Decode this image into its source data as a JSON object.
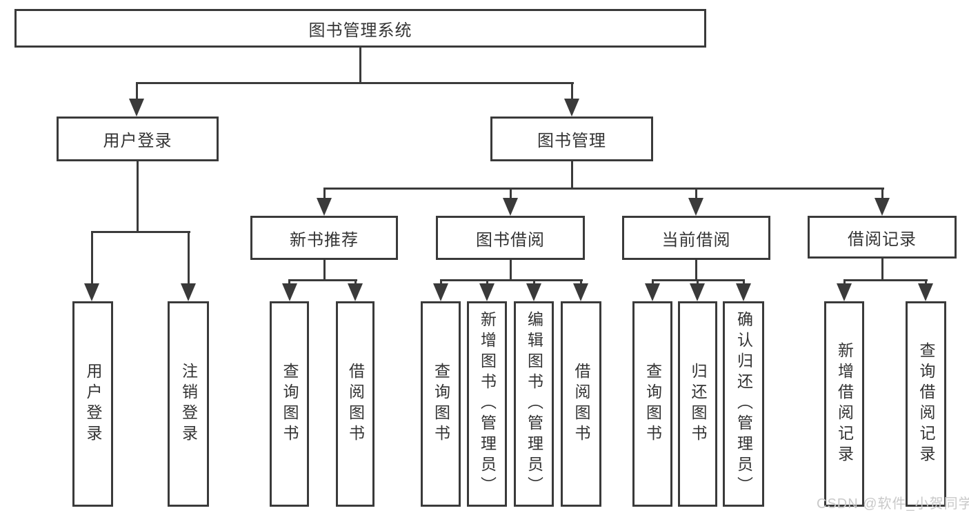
{
  "diagram": {
    "root": "图书管理系统",
    "level1": [
      "用户登录",
      "图书管理"
    ],
    "level2": [
      "新书推荐",
      "图书借阅",
      "当前借阅",
      "借阅记录"
    ],
    "leaves": {
      "login": [
        "用户登录",
        "注销登录"
      ],
      "recommend": [
        "查询图书",
        "借阅图书"
      ],
      "borrow": [
        "查询图书",
        "新增图书（管理员）",
        "编辑图书（管理员）",
        "借阅图书"
      ],
      "current": [
        "查询图书",
        "归还图书",
        "确认归还（管理员）"
      ],
      "records": [
        "新增借阅记录",
        "查询借阅记录"
      ]
    }
  },
  "watermark": "CSDN @软件_小贺同学",
  "colors": {
    "line": "#3a3a3a",
    "text": "#333333",
    "watermark": "#c9c9c9",
    "background": "#ffffff"
  }
}
